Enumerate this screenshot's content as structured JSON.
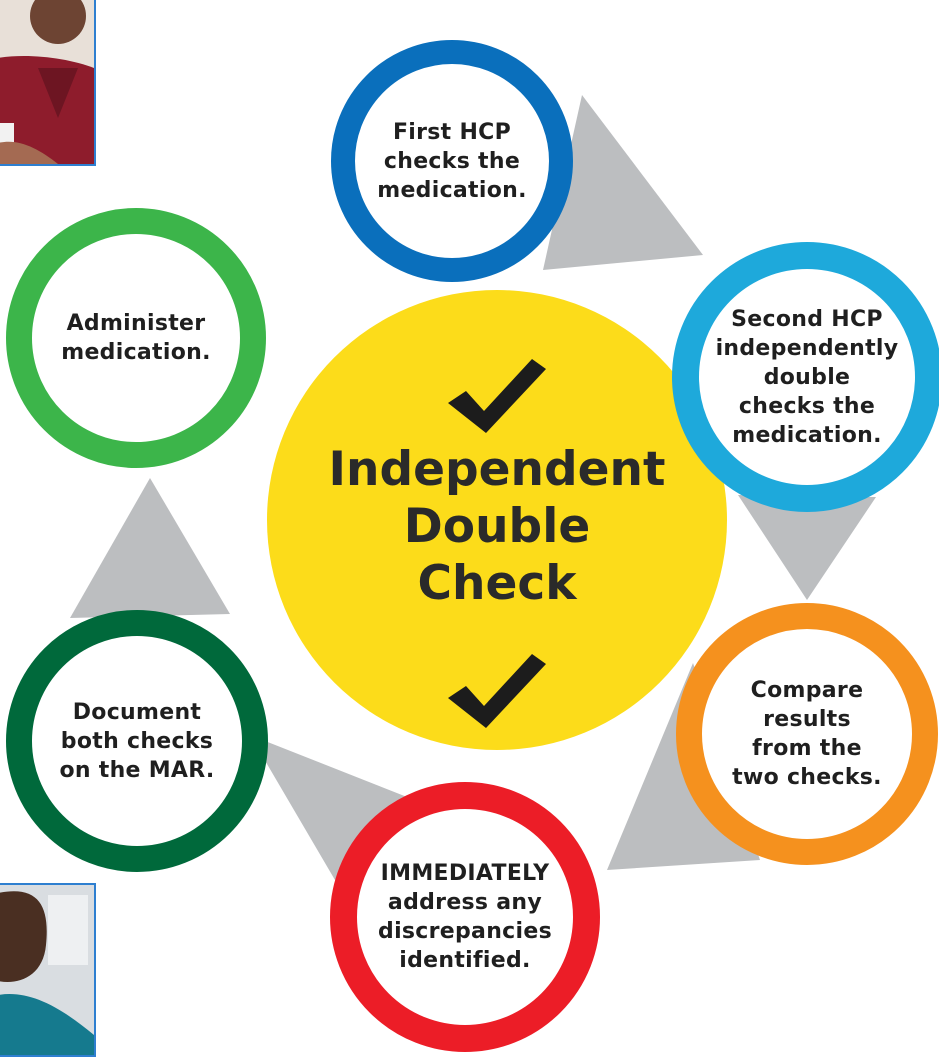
{
  "hub": {
    "title": "Independent\nDouble\nCheck",
    "color": "#fcdc1a"
  },
  "steps": [
    {
      "text": "First HCP\nchecks the\nmedication.",
      "color": "#0a6fbc"
    },
    {
      "text": "Second HCP\nindependently\ndouble\nchecks the\nmedication.",
      "color": "#1ea9db"
    },
    {
      "text": "Compare\nresults\nfrom the\ntwo checks.",
      "color": "#f5911e"
    },
    {
      "text": "IMMEDIATELY\naddress any\ndiscrepancies\nidentified.",
      "color": "#ec1d27"
    },
    {
      "text": "Document\nboth checks\non the MAR.",
      "color": "#00693b"
    },
    {
      "text": "Administer\nmedication.",
      "color": "#3cb54a"
    }
  ],
  "connector_color": "#bcbec0",
  "icons": {
    "check": "check-mark-icon"
  }
}
